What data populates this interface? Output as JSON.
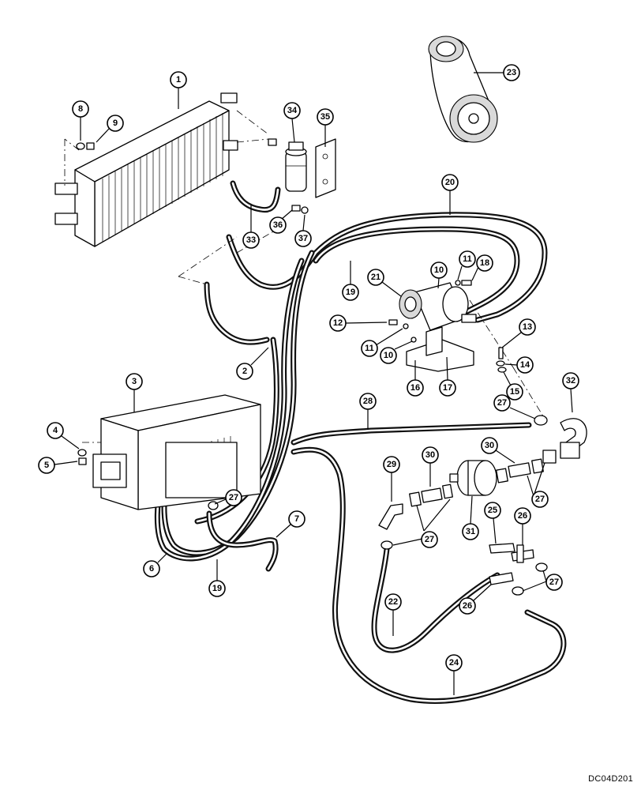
{
  "drawing_id": "DC04D201",
  "callouts": [
    {
      "label": "1"
    },
    {
      "label": "2"
    },
    {
      "label": "3"
    },
    {
      "label": "4"
    },
    {
      "label": "5"
    },
    {
      "label": "6"
    },
    {
      "label": "7"
    },
    {
      "label": "8"
    },
    {
      "label": "9"
    },
    {
      "label": "10"
    },
    {
      "label": "10"
    },
    {
      "label": "11"
    },
    {
      "label": "11"
    },
    {
      "label": "12"
    },
    {
      "label": "13"
    },
    {
      "label": "14"
    },
    {
      "label": "15"
    },
    {
      "label": "16"
    },
    {
      "label": "17"
    },
    {
      "label": "18"
    },
    {
      "label": "19"
    },
    {
      "label": "19"
    },
    {
      "label": "20"
    },
    {
      "label": "21"
    },
    {
      "label": "22"
    },
    {
      "label": "23"
    },
    {
      "label": "24"
    },
    {
      "label": "25"
    },
    {
      "label": "26"
    },
    {
      "label": "26"
    },
    {
      "label": "27"
    },
    {
      "label": "27"
    },
    {
      "label": "27"
    },
    {
      "label": "27"
    },
    {
      "label": "27"
    },
    {
      "label": "28"
    },
    {
      "label": "29"
    },
    {
      "label": "30"
    },
    {
      "label": "30"
    },
    {
      "label": "31"
    },
    {
      "label": "32"
    },
    {
      "label": "33"
    },
    {
      "label": "34"
    },
    {
      "label": "35"
    },
    {
      "label": "36"
    },
    {
      "label": "37"
    }
  ]
}
